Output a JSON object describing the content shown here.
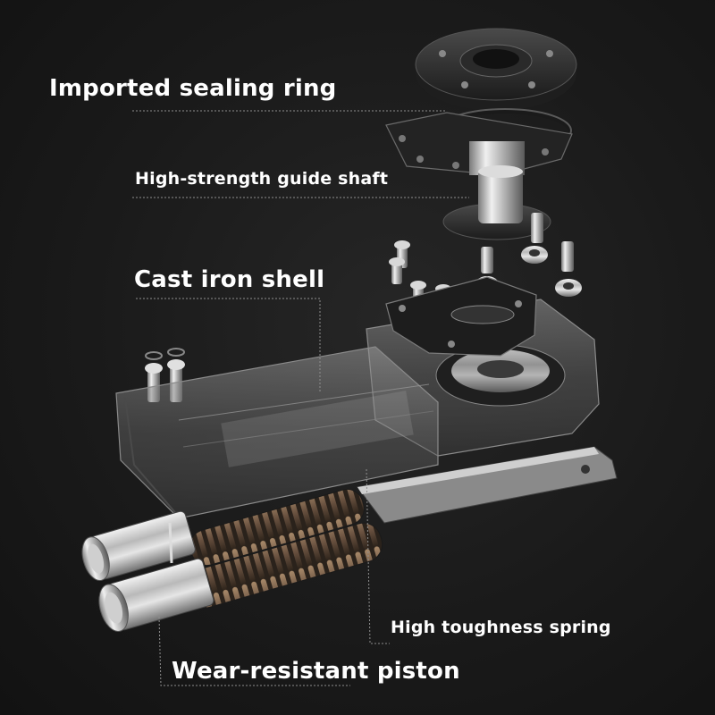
{
  "labels": {
    "sealing_ring": "Imported sealing ring",
    "guide_shaft": "High-strength guide shaft",
    "cast_iron_shell": "Cast iron shell",
    "spring": "High toughness spring",
    "piston": "Wear-resistant piston"
  }
}
